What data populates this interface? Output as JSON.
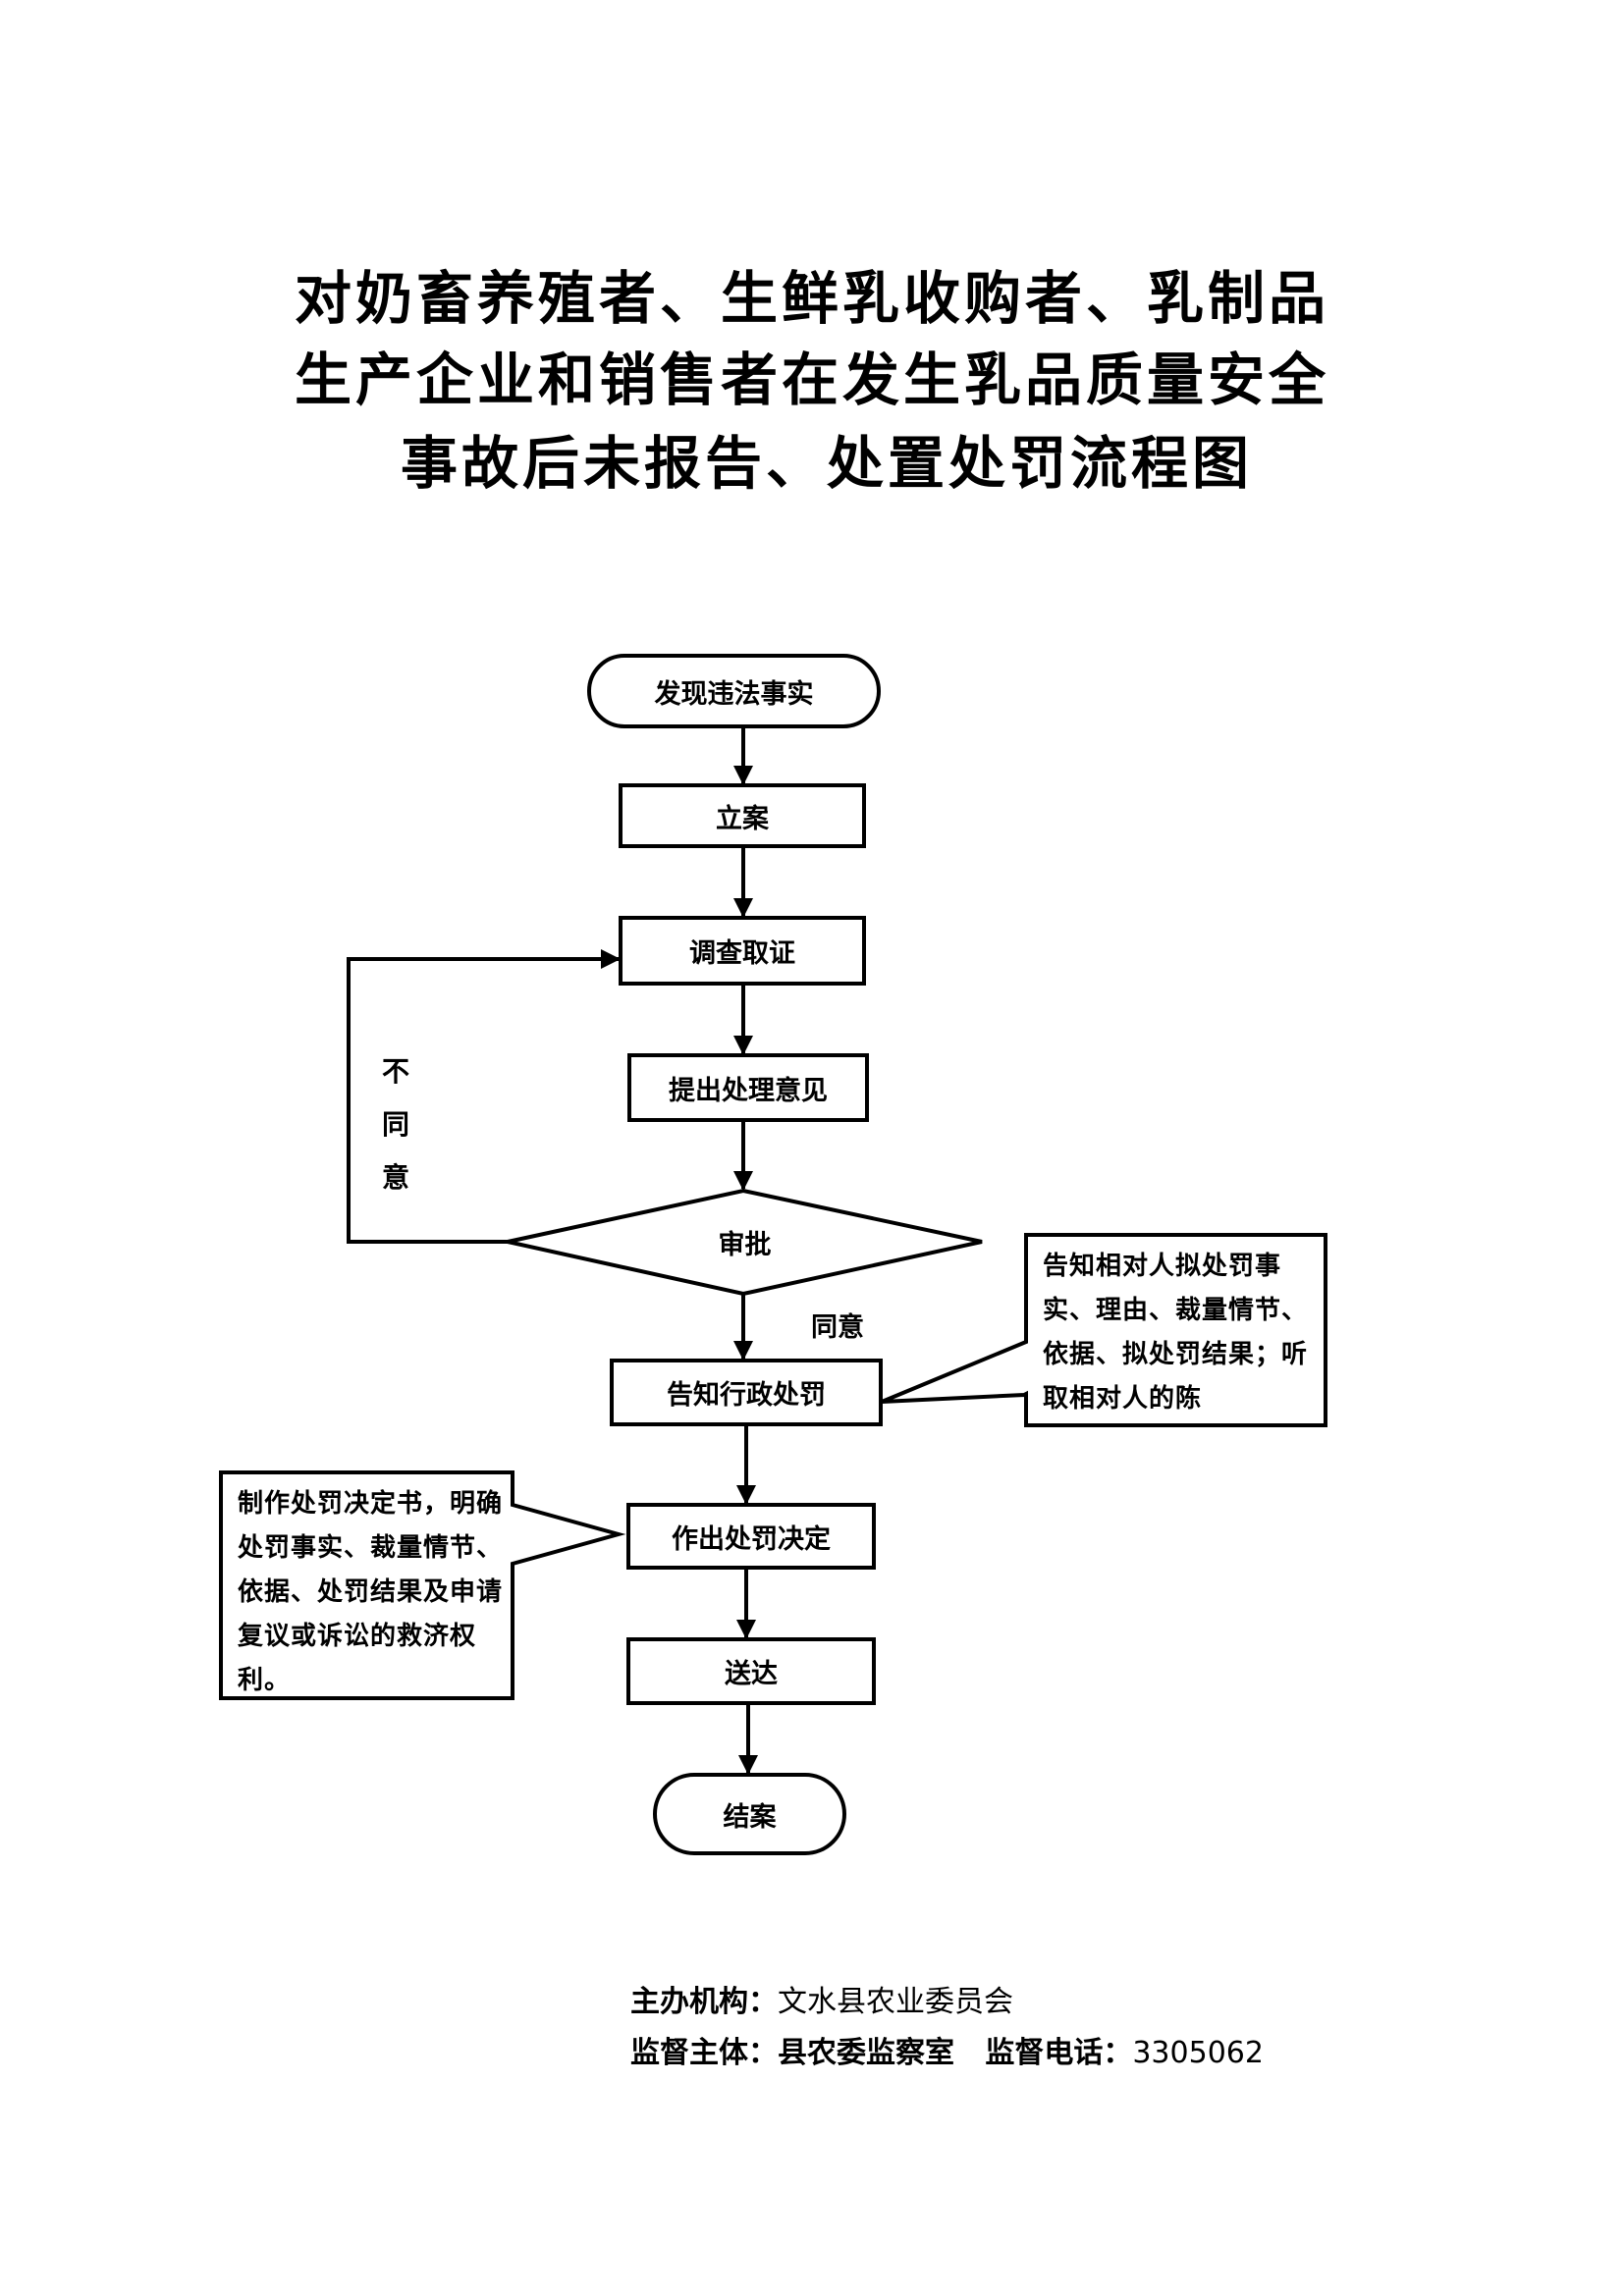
{
  "title": {
    "lines": [
      "对奶畜养殖者、生鲜乳收购者、乳制品",
      "生产企业和销售者在发生乳品质量安全",
      "事故后未报告、处置处罚流程图"
    ]
  },
  "flowchart": {
    "nodes": {
      "start": "发现违法事实",
      "file_case": "立案",
      "investigate": "调查取证",
      "propose": "提出处理意见",
      "approve": "审批",
      "notify": "告知行政处罚",
      "decide": "作出处罚决定",
      "deliver": "送达",
      "close": "结案"
    },
    "edge_labels": {
      "disagree": [
        "不",
        "同",
        "意"
      ],
      "agree": "同意"
    },
    "callouts": {
      "notify_note": "告知相对人拟处罚事实、理由、裁量情节、依据、拟处罚结果；听取相对人的陈",
      "decide_note": "制作处罚决定书，明确处罚事实、裁量情节、依据、处罚结果及申请复议或诉讼的救济权利。"
    }
  },
  "footer": {
    "organizer_label": "主办机构：",
    "organizer": "文水县农业委员会",
    "supervisor_label": "监督主体：",
    "supervisor": "县农委监察室",
    "phone_label": "监督电话：",
    "phone": "3305062"
  }
}
